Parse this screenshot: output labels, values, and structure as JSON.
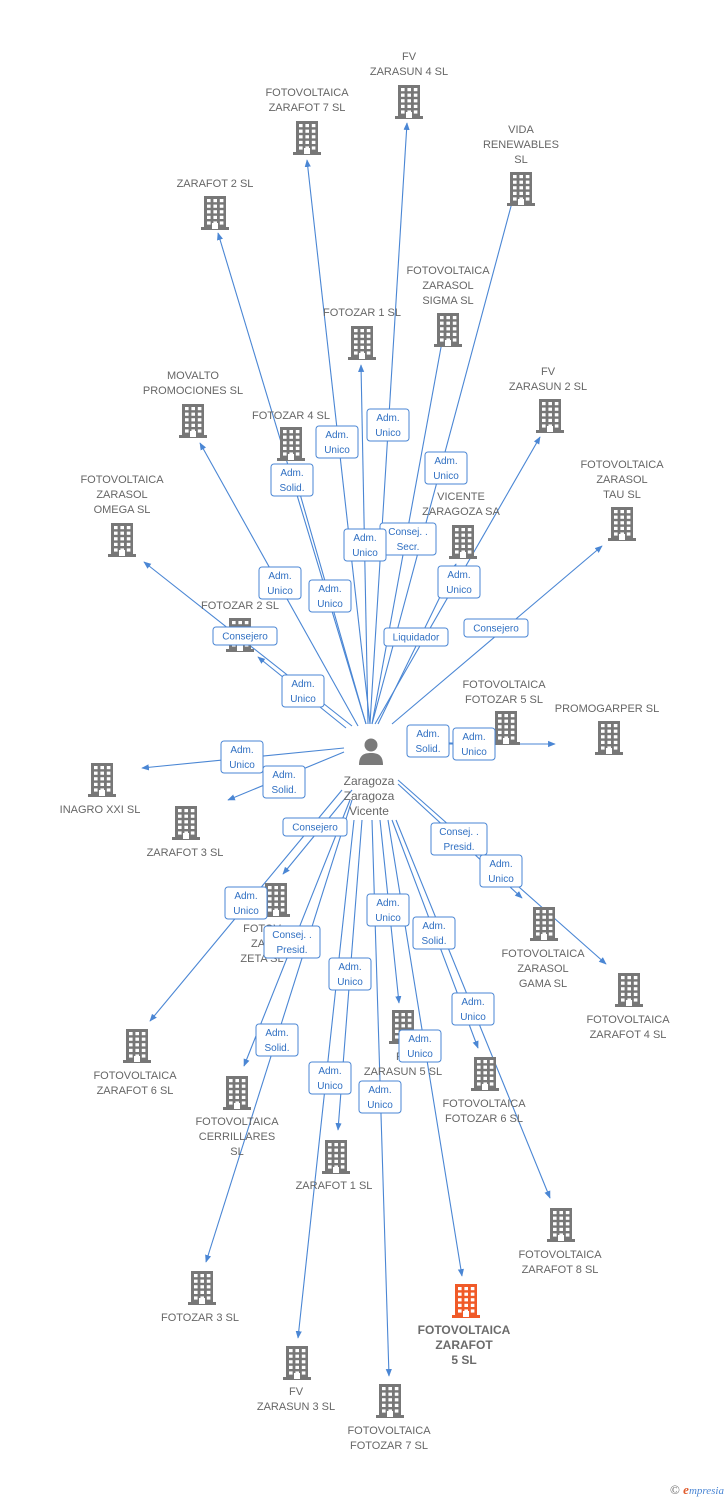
{
  "center": {
    "lines": [
      "Zaragoza",
      "Zaragoza",
      "Vicente"
    ]
  },
  "companies": [
    {
      "name": [
        "FV",
        "ZARASUN 4  SL"
      ]
    },
    {
      "name": [
        "FOTOVOLTAICA",
        "ZARAFOT 7  SL"
      ]
    },
    {
      "name": [
        "VIDA",
        "RENEWABLES",
        "SL"
      ]
    },
    {
      "name": [
        "ZARAFOT 2  SL"
      ]
    },
    {
      "name": [
        "FOTOVOLTAICA",
        "ZARASOL",
        "SIGMA  SL"
      ]
    },
    {
      "name": [
        "FOTOZAR 1  SL"
      ]
    },
    {
      "name": [
        "MOVALTO",
        "PROMOCIONES SL"
      ]
    },
    {
      "name": [
        "FOTOZAR 4  SL"
      ]
    },
    {
      "name": [
        "FV",
        "ZARASUN 2  SL"
      ]
    },
    {
      "name": [
        "FOTOVOLTAICA",
        "ZARASOL",
        "TAU  SL"
      ]
    },
    {
      "name": [
        "FOTOVOLTAICA",
        "ZARASOL",
        "OMEGA  SL"
      ]
    },
    {
      "name": [
        "VICENTE",
        "ZARAGOZA SA"
      ]
    },
    {
      "name": [
        "FOTOZAR 2  SL"
      ]
    },
    {
      "name": [
        "FOTOVOLTAICA",
        "FOTOZAR 5  SL"
      ]
    },
    {
      "name": [
        "PROMOGARPER SL"
      ]
    },
    {
      "name": [
        "INAGRO XXI SL"
      ]
    },
    {
      "name": [
        "ZARAFOT 3  SL"
      ]
    },
    {
      "name": [
        "FOTOV",
        "ZAR",
        "ZETA  SL"
      ]
    },
    {
      "name": [
        "FOTOVOLTAICA",
        "ZARASOL",
        "GAMA  SL"
      ]
    },
    {
      "name": [
        "FOTOVOLTAICA",
        "ZARAFOT 4  SL"
      ]
    },
    {
      "name": [
        "FOTOVOLTAICA",
        "ZARAFOT 6  SL"
      ]
    },
    {
      "name": [
        "FV",
        "ZARASUN 5  SL"
      ]
    },
    {
      "name": [
        "FOTOVOLTAICA",
        "FOTOZAR 6  SL"
      ]
    },
    {
      "name": [
        "FOTOVOLTAICA",
        "CERRILLARES",
        "SL"
      ]
    },
    {
      "name": [
        "ZARAFOT 1  SL"
      ]
    },
    {
      "name": [
        "FOTOVOLTAICA",
        "ZARAFOT 8  SL"
      ]
    },
    {
      "name": [
        "FOTOZAR 3  SL"
      ]
    },
    {
      "name": [
        "FOTOVOLTAICA",
        "ZARAFOT",
        "5  SL"
      ]
    },
    {
      "name": [
        "FV",
        "ZARASUN 3  SL"
      ]
    },
    {
      "name": [
        "FOTOVOLTAICA",
        "FOTOZAR 7  SL"
      ]
    }
  ],
  "roles": [
    [
      "Adm.",
      "Unico"
    ],
    [
      "Adm.",
      "Unico"
    ],
    [
      "Adm.",
      "Unico"
    ],
    [
      "Adm.",
      "Solid."
    ],
    [
      "Consej. .",
      "Secr."
    ],
    [
      "Adm.",
      "Unico"
    ],
    [
      "Adm.",
      "Unico"
    ],
    [
      "Adm.",
      "Unico"
    ],
    [
      "Adm.",
      "Unico"
    ],
    [
      "Consejero"
    ],
    [
      "Liquidador"
    ],
    [
      "Consejero"
    ],
    [
      "Adm.",
      "Unico"
    ],
    [
      "Adm.",
      "Solid."
    ],
    [
      "Adm.",
      "Unico"
    ],
    [
      "Adm.",
      "Unico"
    ],
    [
      "Adm.",
      "Solid."
    ],
    [
      "Consejero"
    ],
    [
      "Consej. .",
      "Presid."
    ],
    [
      "Adm.",
      "Unico"
    ],
    [
      "Adm.",
      "Unico"
    ],
    [
      "Consej. .",
      "Presid."
    ],
    [
      "Adm.",
      "Unico"
    ],
    [
      "Adm.",
      "Solid."
    ],
    [
      "Adm.",
      "Unico"
    ],
    [
      "Adm.",
      "Unico"
    ],
    [
      "Adm.",
      "Solid."
    ],
    [
      "Adm.",
      "Unico"
    ],
    [
      "Adm.",
      "Unico"
    ],
    [
      "Adm.",
      "Unico"
    ]
  ],
  "colors": {
    "edge": "#4a86d4",
    "building": "#777777",
    "highlight": "#f05a28",
    "label": "#666666"
  },
  "footer": {
    "symbol": "©",
    "brand_initial": "e",
    "brand_rest": "mpresia"
  }
}
